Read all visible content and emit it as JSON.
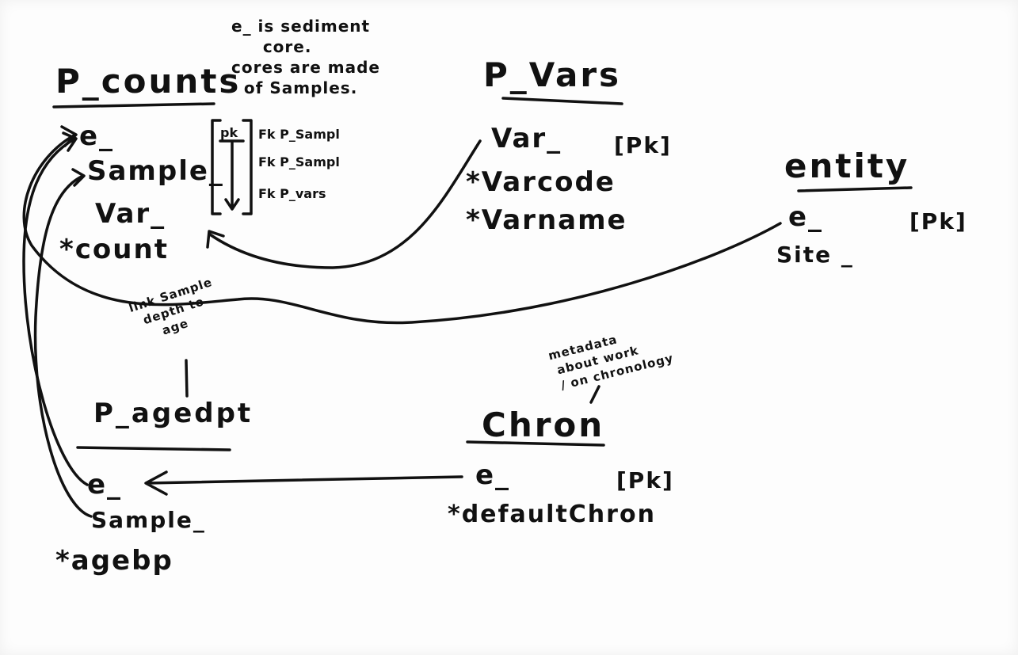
{
  "tables": {
    "p_counts": {
      "title": "P_counts",
      "fields": [
        "e_",
        "Sample_",
        "Var_",
        "*count"
      ],
      "fk_bracket": "pk",
      "fk_notes": [
        "Fk P_Sampl",
        "Fk P_Sampl",
        "Fk P_vars"
      ]
    },
    "p_vars": {
      "title": "P_Vars",
      "fields": [
        "Var_",
        "*Varcode",
        "*Varname"
      ],
      "pk": "[Pk]"
    },
    "entity": {
      "title": "entity",
      "fields": [
        "e_",
        "Site _"
      ],
      "pk": "[Pk]"
    },
    "p_agedpt": {
      "title": "P_agedpt",
      "fields": [
        "e_",
        "Sample_",
        "*agebp"
      ]
    },
    "chron": {
      "title": "Chron",
      "fields": [
        "e_",
        "*defaultChron"
      ],
      "pk": "[Pk]"
    }
  },
  "notes": {
    "sediment": "e_ is sediment\n     core.\ncores are made\n  of Samples.",
    "link": "link Sample\n  depth to\n     age",
    "meta": "metadata\n about work\n / on chronology"
  }
}
